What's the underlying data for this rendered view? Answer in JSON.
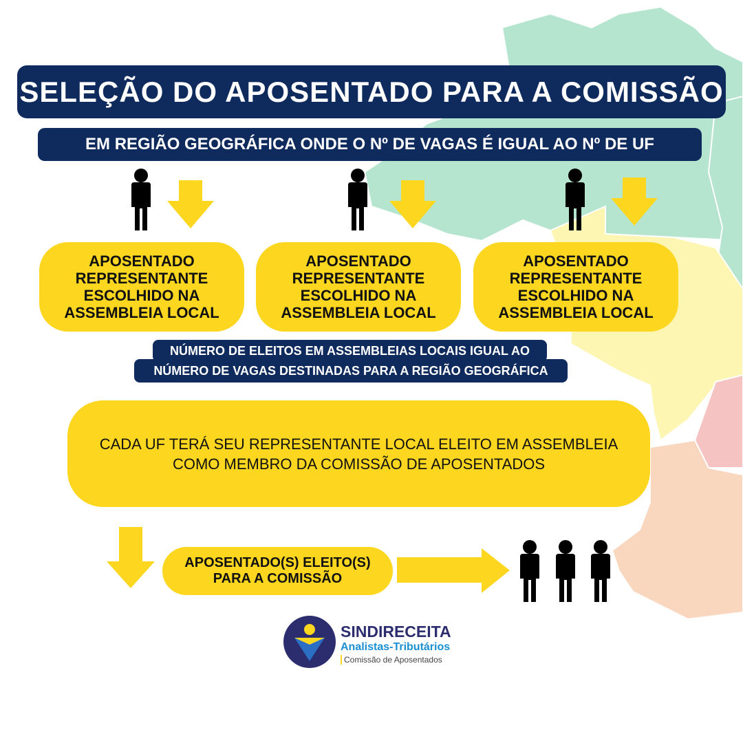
{
  "title": "SELEÇÃO DO APOSENTADO PARA A COMISSÃO",
  "subtitle": "EM REGIÃO GEOGRÁFICA ONDE O Nº DE VAGAS É IGUAL AO Nº DE UF",
  "representatives": [
    {
      "label": "APOSENTADO REPRESENTANTE ESCOLHIDO NA ASSEMBLEIA LOCAL"
    },
    {
      "label": "APOSENTADO REPRESENTANTE ESCOLHIDO NA ASSEMBLEIA LOCAL"
    },
    {
      "label": "APOSENTADO REPRESENTANTE ESCOLHIDO NA ASSEMBLEIA LOCAL"
    }
  ],
  "note": {
    "line1": "NÚMERO DE ELEITOS EM ASSEMBLEIAS LOCAIS IGUAL AO",
    "line2": "NÚMERO DE VAGAS DESTINADAS PARA A REGIÃO GEOGRÁFICA"
  },
  "main_box": {
    "line1": "CADA UF TERÁ SEU REPRESENTANTE LOCAL ELEITO EM ASSEMBLEIA",
    "line2": "COMO MEMBRO DA COMISSÃO DE APOSENTADOS"
  },
  "result": {
    "line1": "APOSENTADO(S) ELEITO(S)",
    "line2": "PARA A COMISSÃO"
  },
  "logo": {
    "name": "SINDIRECEITA",
    "tagline": "Analistas-Tributários",
    "subtitle": "Comissão de Aposentados"
  },
  "colors": {
    "navy": "#0f2a5c",
    "yellow": "#fdd620",
    "map_green": "#b6e5cf",
    "map_yellow": "#fdf6b2",
    "map_pink": "#f6c3c3",
    "map_peach": "#f9d7bf"
  }
}
